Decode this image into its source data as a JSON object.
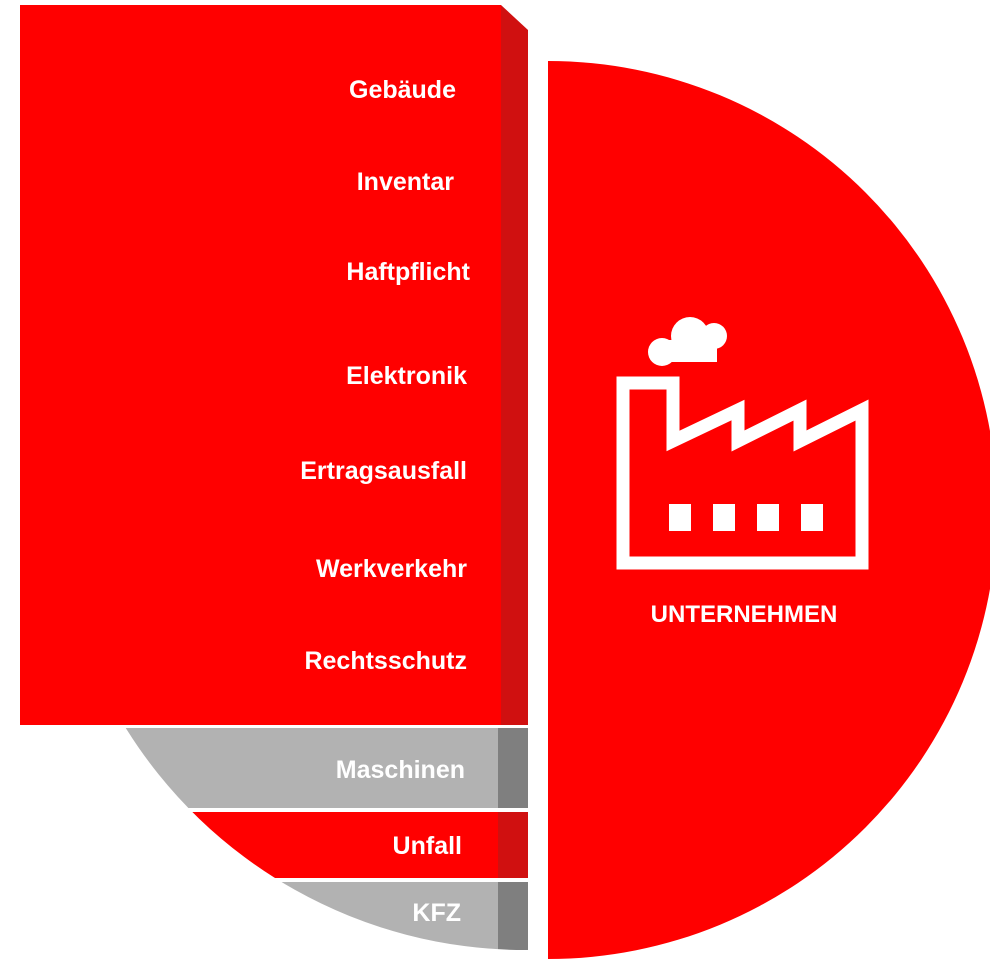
{
  "left_segments": [
    {
      "label": "Gebäude",
      "color": "#ff0000"
    },
    {
      "label": "Inventar",
      "color": "#ff0000"
    },
    {
      "label": "Haftpflicht",
      "color": "#ff0000"
    },
    {
      "label": "Elektronik",
      "color": "#ff0000"
    },
    {
      "label": "Ertragsausfall",
      "color": "#ff0000"
    },
    {
      "label": "Werkverkehr",
      "color": "#ff0000"
    },
    {
      "label": "Rechtsschutz",
      "color": "#ff0000"
    },
    {
      "label": "Maschinen",
      "color": "#b2b2b2"
    },
    {
      "label": "Unfall",
      "color": "#ff0000"
    },
    {
      "label": "KFZ",
      "color": "#b2b2b2"
    }
  ],
  "right": {
    "label": "UNTERNEHMEN",
    "icon": "factory-icon",
    "color": "#ff0000"
  },
  "colors": {
    "red": "#ff0000",
    "red_edge": "#d01010",
    "grey": "#b2b2b2",
    "grey_edge": "#7f7f7f"
  }
}
